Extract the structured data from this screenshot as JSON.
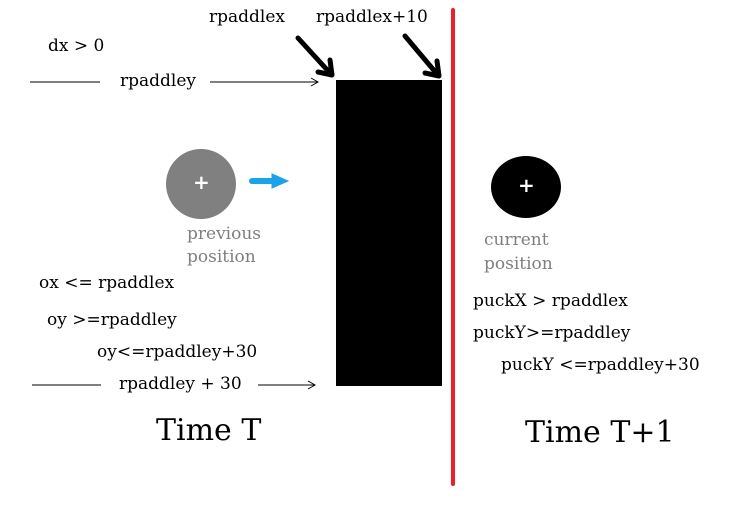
{
  "labels": {
    "rpaddlex": "rpaddlex",
    "rpaddlex10": "rpaddlex+10",
    "dx": "dx > 0",
    "rpaddley": "rpaddley",
    "rpaddley30": "rpaddley + 30",
    "previous_position": [
      "previous",
      "position"
    ],
    "current_position": [
      "current",
      "position"
    ],
    "left_conditions": [
      "ox <= rpaddlex",
      "oy >=rpaddley",
      "oy<=rpaddley+30"
    ],
    "right_conditions": [
      "puckX > rpaddlex",
      "puckY>=rpaddley",
      "puckY <=rpaddley+30"
    ],
    "time_t": "Time T",
    "time_t1": "Time T+1"
  },
  "puck_symbol": "+",
  "colors": {
    "paddle": "#000000",
    "previous_puck": "#808080",
    "current_puck": "#000000",
    "divider": "#e8212b",
    "motion_arrow": "#1aa3e8",
    "caption_gray": "#7f7f7f"
  }
}
